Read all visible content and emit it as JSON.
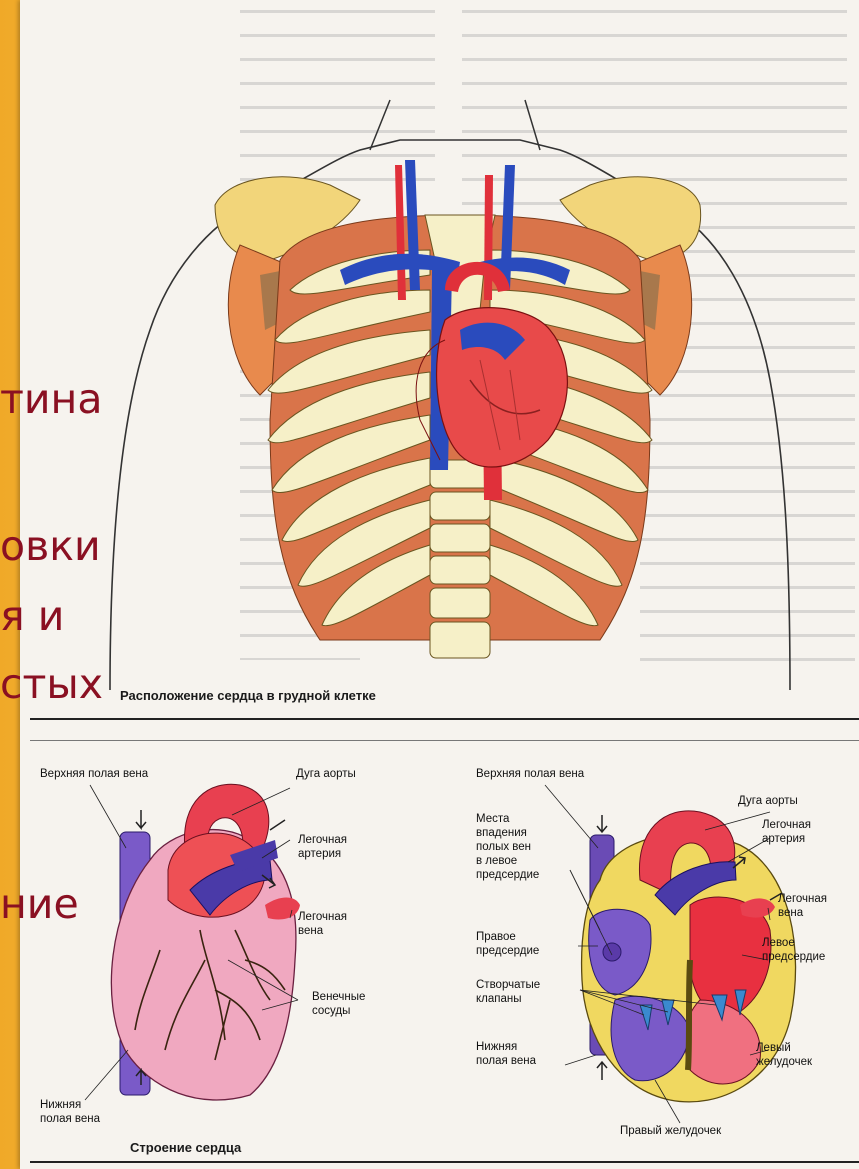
{
  "slide": {
    "text_fragments": [
      "тина",
      "овки",
      "я и",
      "стых",
      "ние"
    ]
  },
  "figures": {
    "top_caption": "Расположение сердца в грудной клетке",
    "bottom_caption": "Строение сердца"
  },
  "labels": {
    "left": {
      "svc": "Верхняя полая вена",
      "aortic_arch": "Дуга аорты",
      "pulmonary_artery": "Легочная\nартерия",
      "pulmonary_vein": "Легочная\nвена",
      "coronary": "Венечные\nсосуды",
      "ivc": "Нижняя\nполая вена"
    },
    "right": {
      "svc": "Верхняя полая вена",
      "aortic_arch": "Дуга аорты",
      "pulmonary_artery": "Легочная\nартерия",
      "entry": "Места\nвпадения\nполых вен\nв левое\nпредсердие",
      "pulmonary_vein": "Легочная\nвена",
      "right_atrium": "Правое\nпредсердие",
      "left_atrium": "Левое\nпредсердие",
      "valves": "Створчатые\nклапаны",
      "ivc": "Нижняя\nполая вена",
      "left_ventricle": "Левый\nжелудочек",
      "right_ventricle": "Правый желудочек"
    }
  },
  "colors": {
    "slide_background": "#f3b53f",
    "overlay_text": "#8a1022",
    "artery_red": "#e0303a",
    "vein_blue": "#2a4bbd",
    "vein_purple": "#6a4bb5",
    "bone": "#f6f0c8",
    "muscle": "#e56a40"
  }
}
